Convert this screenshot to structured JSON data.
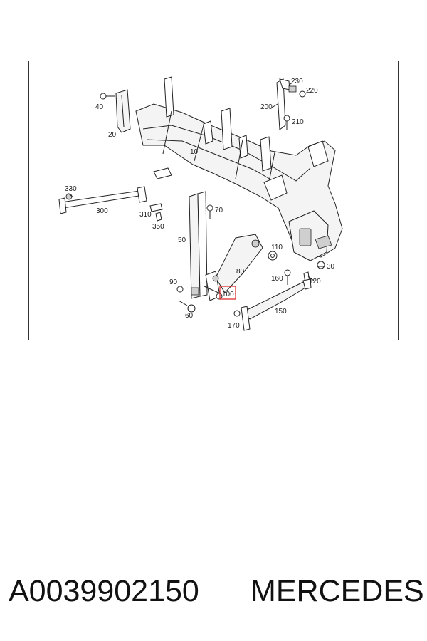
{
  "diagram": {
    "callouts": [
      "10",
      "20",
      "30",
      "40",
      "50",
      "60",
      "70",
      "80",
      "90",
      "100",
      "110",
      "120",
      "150",
      "160",
      "170",
      "200",
      "210",
      "220",
      "230",
      "300",
      "310",
      "330",
      "350"
    ],
    "highlighted_callout": "100",
    "highlight_color": "#e03030"
  },
  "footer": {
    "part_number": "A0039902150",
    "brand": "MERCEDES"
  }
}
